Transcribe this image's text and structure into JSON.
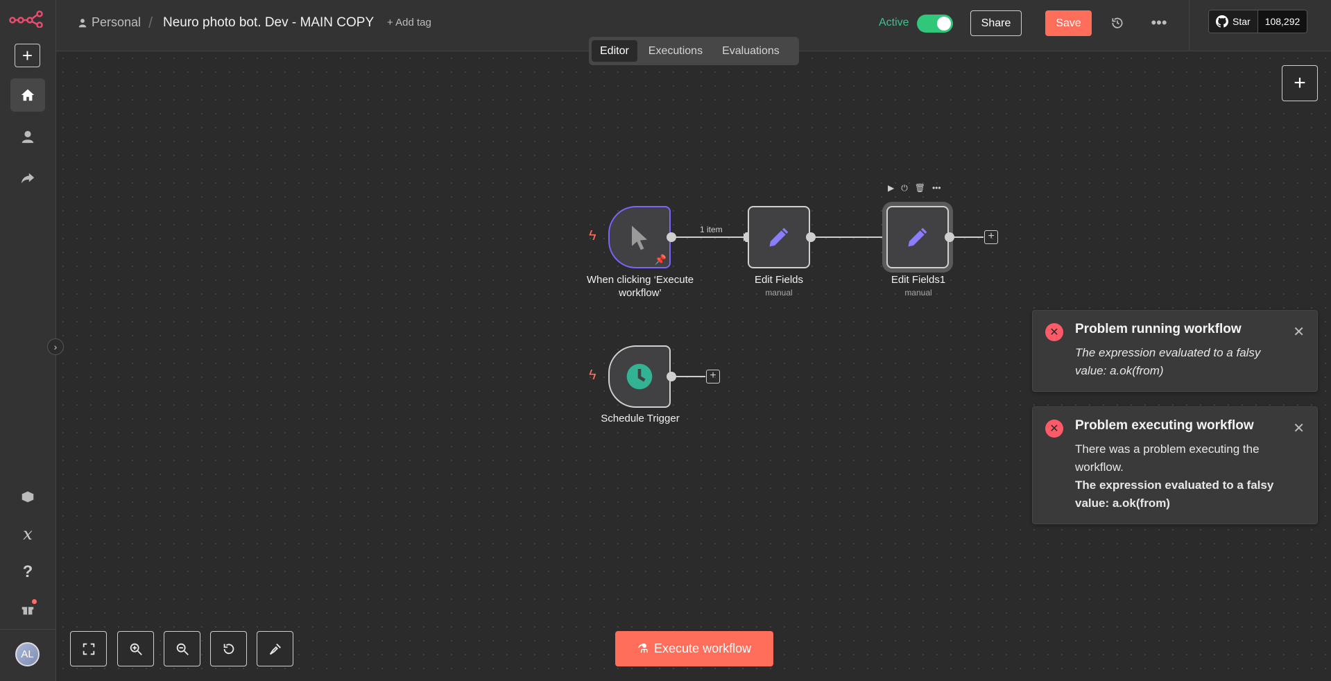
{
  "header": {
    "owner": "Personal",
    "workflow_title": "Neuro photo bot. Dev - MAIN COPY",
    "add_tag": "+ Add tag",
    "active_label": "Active",
    "share_label": "Share",
    "save_label": "Save",
    "github_star_label": "Star",
    "github_star_count": "108,292"
  },
  "tabs": [
    {
      "label": "Editor",
      "active": true
    },
    {
      "label": "Executions",
      "active": false
    },
    {
      "label": "Evaluations",
      "active": false
    }
  ],
  "nodes": {
    "manual_trigger": {
      "label": "When clicking ‘Execute workflow’"
    },
    "edit_fields": {
      "label": "Edit Fields",
      "sub": "manual"
    },
    "edit_fields1": {
      "label": "Edit Fields1",
      "sub": "manual"
    },
    "schedule_trigger": {
      "label": "Schedule Trigger"
    }
  },
  "edge_label": "1 item",
  "toasts": [
    {
      "title": "Problem running workflow",
      "body": "The expression evaluated to a falsy value: a.ok(from)"
    },
    {
      "title": "Problem executing workflow",
      "body_1": "There was a problem executing the workflow.",
      "body_2": "The expression evaluated to a falsy value: a.ok(from)"
    }
  ],
  "sidebar": {
    "avatar": "AL"
  },
  "execute_label": "Execute workflow",
  "colors": {
    "accent": "#ff6e5a",
    "active_green": "#30c77b",
    "pinned_purple": "#7a66ff",
    "error_red": "#ff5a67"
  }
}
